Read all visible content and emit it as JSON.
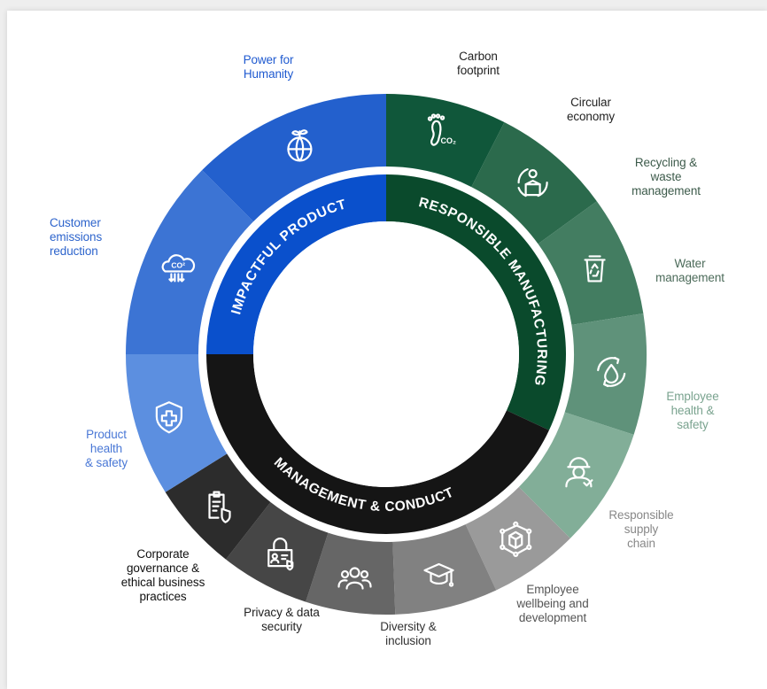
{
  "pillars": [
    {
      "id": "impactful",
      "label": "IMPACTFUL PRODUCT",
      "color": "#0a50cc"
    },
    {
      "id": "responsible",
      "label": "RESPONSIBLE MANUFACTURING",
      "color": "#0a4a2c"
    },
    {
      "id": "management",
      "label": "MANAGEMENT & CONDUCT",
      "color": "#151515"
    }
  ],
  "topics": [
    {
      "label": "Carbon\nfootprint",
      "pillar": "responsible",
      "icon": "footprint-co2-icon",
      "color": "#10573a",
      "text_color": "#222222"
    },
    {
      "label": "Circular\neconomy",
      "pillar": "responsible",
      "icon": "circular-box-icon",
      "color": "#2b6a4c",
      "text_color": "#222222"
    },
    {
      "label": "Recycling &\nwaste\nmanagement",
      "pillar": "responsible",
      "icon": "recycle-bin-icon",
      "color": "#437d61",
      "text_color": "#3d5b4b"
    },
    {
      "label": "Water\nmanagement",
      "pillar": "responsible",
      "icon": "water-drop-cycle-icon",
      "color": "#5f927a",
      "text_color": "#4c6b5a"
    },
    {
      "label": "Employee\nhealth &\nsafety",
      "pillar": "responsible",
      "icon": "worker-helmet-icon",
      "color": "#82ae98",
      "text_color": "#7aa38f"
    },
    {
      "label": "Responsible\nsupply\nchain",
      "pillar": "management",
      "icon": "supply-chain-box-icon",
      "color": "#9a9a9a",
      "text_color": "#888888"
    },
    {
      "label": "Employee\nwellbeing and\ndevelopment",
      "pillar": "management",
      "icon": "graduation-cap-icon",
      "color": "#818181",
      "text_color": "#555555"
    },
    {
      "label": "Diversity &\ninclusion",
      "pillar": "management",
      "icon": "people-group-icon",
      "color": "#666666",
      "text_color": "#333333"
    },
    {
      "label": "Privacy & data\nsecurity",
      "pillar": "management",
      "icon": "lock-id-icon",
      "color": "#464646",
      "text_color": "#222222"
    },
    {
      "label": "Corporate\ngovernance &\nethical business\npractices",
      "pillar": "management",
      "icon": "clipboard-shield-icon",
      "color": "#2c2c2c",
      "text_color": "#111111"
    },
    {
      "label": "Product\nhealth\n& safety",
      "pillar": "impactful",
      "icon": "shield-plus-icon",
      "color": "#5c8fe0",
      "text_color": "#4a78d6"
    },
    {
      "label": "Customer\nemissions\nreduction",
      "pillar": "impactful",
      "icon": "cloud-co2-icon",
      "color": "#3c74d4",
      "text_color": "#2d64cc"
    },
    {
      "label": "Power for\nHumanity",
      "pillar": "impactful",
      "icon": "globe-plant-icon",
      "color": "#2360cd",
      "text_color": "#1f5ad0"
    }
  ]
}
